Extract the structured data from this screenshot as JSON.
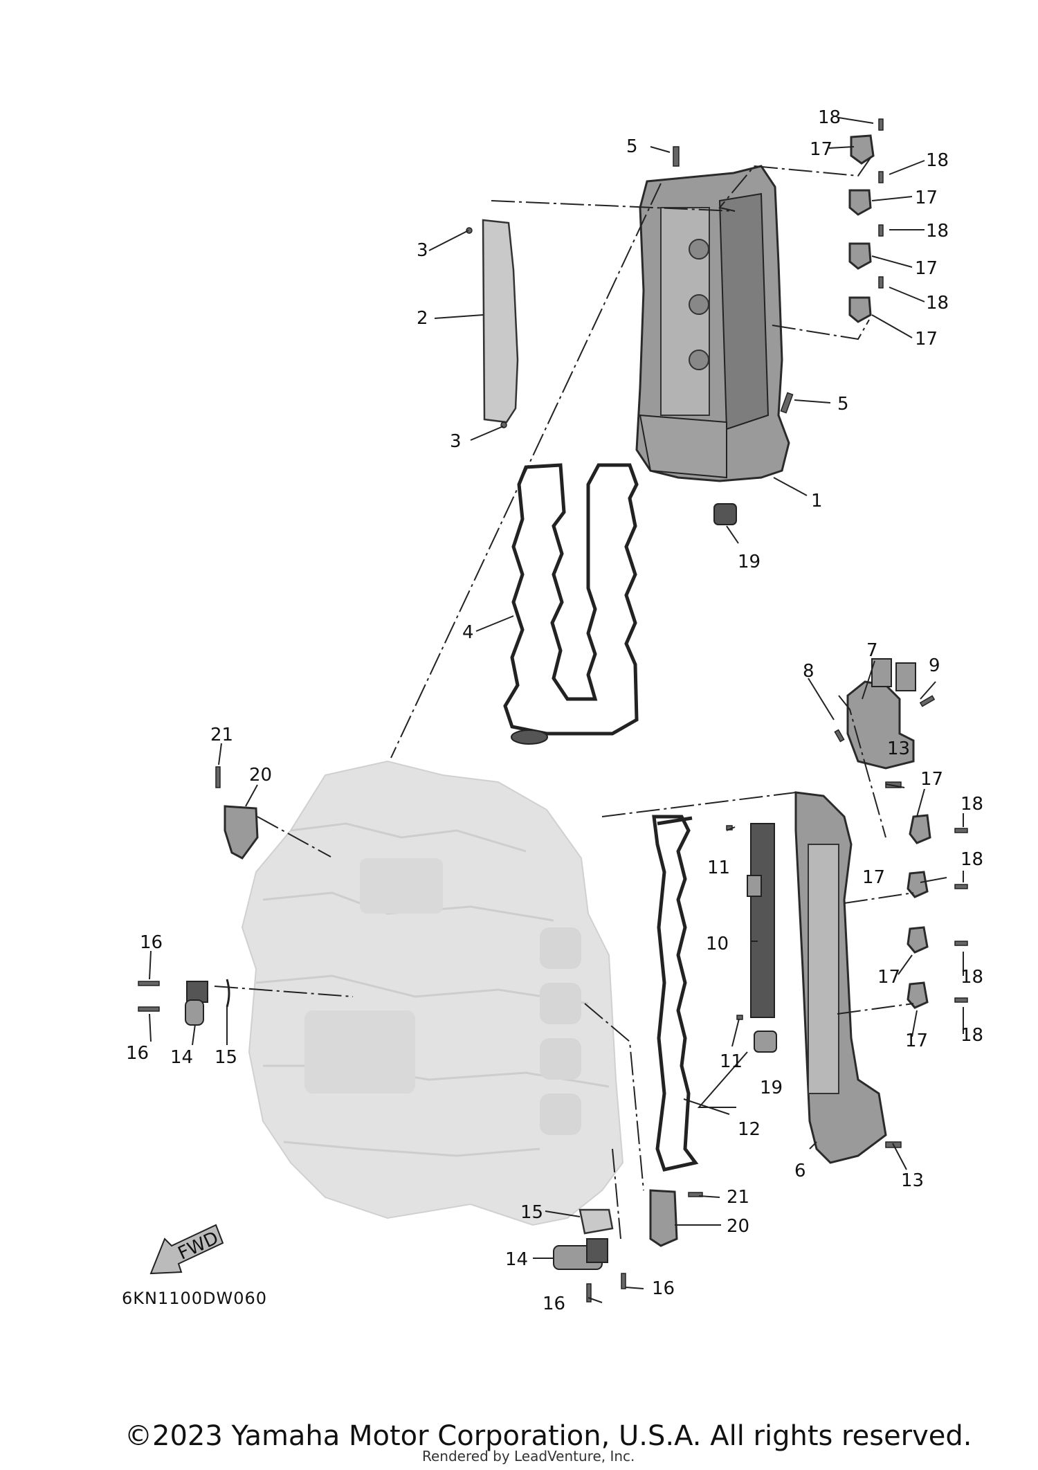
{
  "diagram": {
    "code": "6KN1100DW060",
    "copyright": "©2023 Yamaha Motor Corporation, U.S.A. All rights reserved.",
    "rendered_by": "Rendered by LeadVenture, Inc.",
    "fwd_label": "FWD",
    "callouts": [
      "1",
      "2",
      "3",
      "3",
      "4",
      "5",
      "5",
      "6",
      "7",
      "8",
      "9",
      "10",
      "11",
      "11",
      "12",
      "13",
      "13",
      "14",
      "14",
      "15",
      "15",
      "16",
      "16",
      "16",
      "16",
      "17",
      "17",
      "17",
      "17",
      "17",
      "17",
      "17",
      "17",
      "18",
      "18",
      "18",
      "18",
      "18",
      "18",
      "18",
      "18",
      "19",
      "19",
      "20",
      "20",
      "21",
      "21"
    ]
  }
}
